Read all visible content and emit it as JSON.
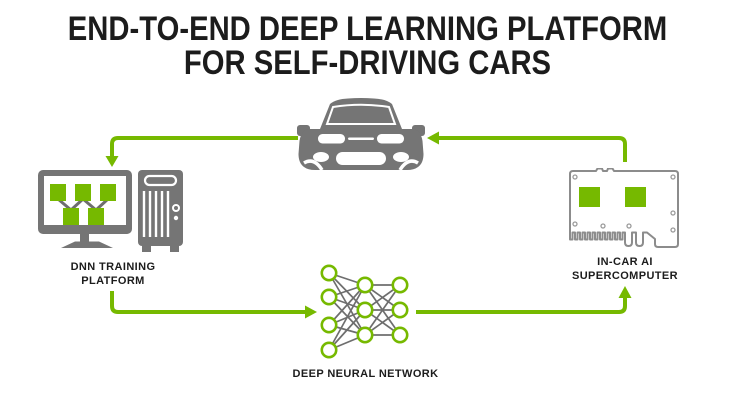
{
  "title": {
    "line1": "END-TO-END DEEP LEARNING PLATFORM",
    "line2": "FOR SELF-DRIVING CARS"
  },
  "diagram": {
    "car": {
      "icon": "car-front-icon"
    },
    "training_platform": {
      "icon": "workstation-icon",
      "label_line1": "DNN TRAINING",
      "label_line2": "PLATFORM"
    },
    "neural_network": {
      "icon": "neural-network-icon",
      "label": "DEEP NEURAL NETWORK",
      "layers": [
        4,
        3,
        3
      ]
    },
    "supercomputer": {
      "icon": "circuit-board-icon",
      "label_line1": "IN-CAR AI",
      "label_line2": "SUPERCOMPUTER"
    }
  },
  "flow": [
    {
      "from": "car",
      "to": "training_platform"
    },
    {
      "from": "training_platform",
      "to": "neural_network"
    },
    {
      "from": "neural_network",
      "to": "supercomputer"
    },
    {
      "from": "supercomputer",
      "to": "car"
    }
  ],
  "colors": {
    "accent_green": "#76b900",
    "icon_gray": "#757575",
    "board_outline": "#8c8c8c",
    "text": "#1c1c1c",
    "background": "#ffffff"
  }
}
